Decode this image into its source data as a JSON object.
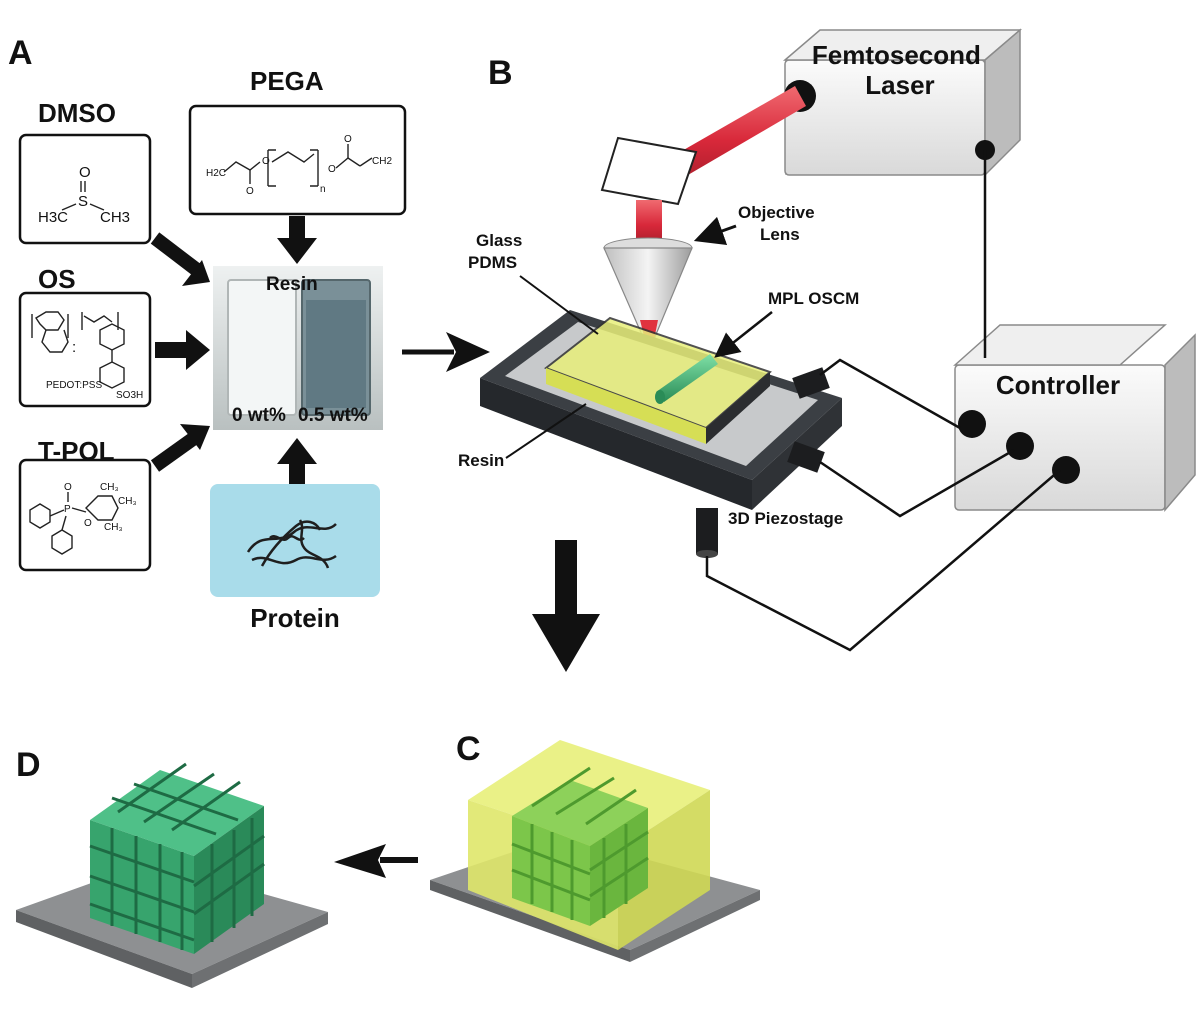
{
  "panels": {
    "a": "A",
    "b": "B",
    "c": "C",
    "d": "D"
  },
  "reagents": {
    "dmso": {
      "label": "DMSO",
      "left_group": "H3C",
      "right_group": "CH3",
      "atom_s": "S",
      "atom_o": "O"
    },
    "os": {
      "label": "OS",
      "caption": "PEDOT:PSS",
      "group": "SO3H"
    },
    "tpol": {
      "label": "T-POL"
    },
    "pega": {
      "label": "PEGA",
      "left_group": "H2C",
      "right_group": "CH2",
      "sub_n": "n"
    }
  },
  "vials": {
    "title": "Resin",
    "left_conc": "0 wt%",
    "right_conc": "0.5 wt%"
  },
  "protein": {
    "label": "Protein"
  },
  "setup": {
    "laser": "Femtosecond\nLaser",
    "controller": "Controller",
    "objective": "Objective\nLens",
    "glass": "Glass\nPDMS",
    "mpl": "MPL OSCM",
    "resin": "Resin",
    "stage": "3D Piezostage"
  },
  "colors": {
    "laser_beam": "#e0333f",
    "resin_yellow": "#e8ef7a",
    "scaffold_green": "#3aa16a",
    "protein_bg": "#a9dcea",
    "stage_dark": "#3b3f44"
  }
}
